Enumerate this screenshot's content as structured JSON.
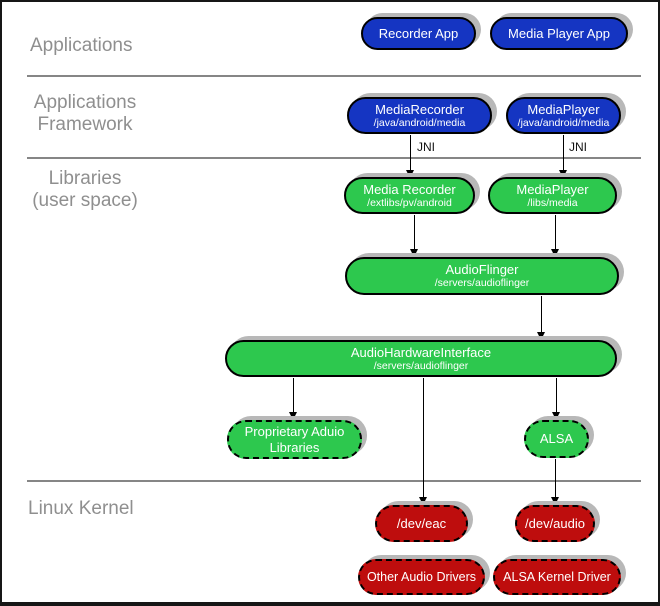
{
  "colors": {
    "node_blue": "#1535c2",
    "node_green": "#2dc84e",
    "node_red": "#be0d0d",
    "node_border": "#000000",
    "shadow_gray": "#b8b8b8",
    "divider_gray": "#868686",
    "section_label_gray": "#8f8f8f"
  },
  "sections": {
    "applications": "Applications",
    "framework": "Applications\nFramework",
    "libraries": "Libraries\n(user space)",
    "kernel": "Linux Kernel"
  },
  "nodes": {
    "recorder_app": {
      "title": "Recorder App"
    },
    "media_player_app": {
      "title": "Media Player App"
    },
    "media_recorder_fw": {
      "title": "MediaRecorder",
      "subtitle": "/java/android/media"
    },
    "media_player_fw": {
      "title": "MediaPlayer",
      "subtitle": "/java/android/media"
    },
    "media_recorder_lib": {
      "title": "Media Recorder",
      "subtitle": "/extlibs/pv/android"
    },
    "media_player_lib": {
      "title": "MediaPlayer",
      "subtitle": "/libs/media"
    },
    "audio_flinger": {
      "title": "AudioFlinger",
      "subtitle": "/servers/audioflinger"
    },
    "audio_hardware_interface": {
      "title": "AudioHardwareInterface",
      "subtitle": "/servers/audioflinger"
    },
    "proprietary_audio_libraries": {
      "title": "Proprietary Aduio\nLibraries"
    },
    "alsa": {
      "title": "ALSA"
    },
    "dev_eac": {
      "title": "/dev/eac"
    },
    "dev_audio": {
      "title": "/dev/audio"
    },
    "other_audio_drivers": {
      "title": "Other Audio Drivers"
    },
    "alsa_kernel_driver": {
      "title": "ALSA Kernel Driver"
    }
  },
  "edge_labels": {
    "jni_left": "JNI",
    "jni_right": "JNI"
  }
}
